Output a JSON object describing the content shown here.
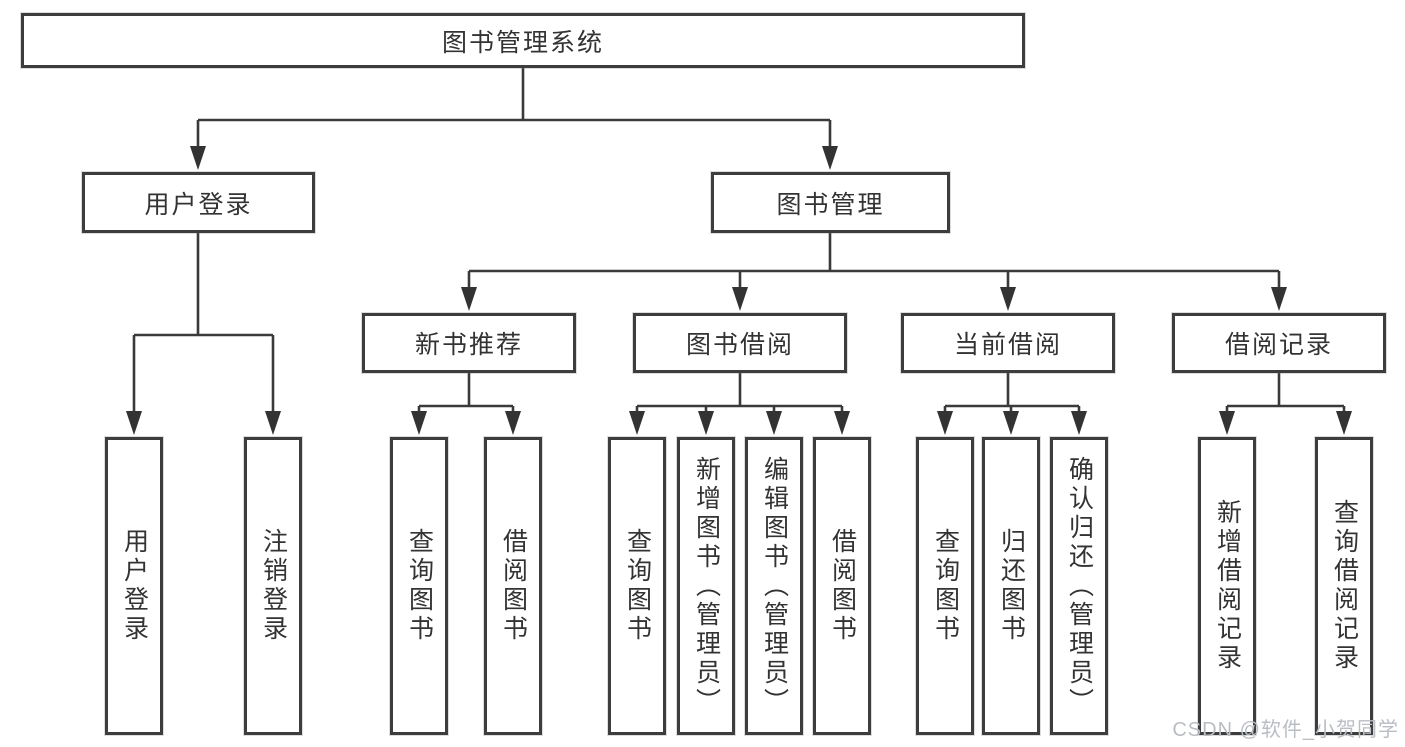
{
  "nodes": {
    "root": {
      "label": "图书管理系统"
    },
    "user_login": {
      "label": "用户登录"
    },
    "book_mgmt": {
      "label": "图书管理"
    },
    "new_book_rec": {
      "label": "新书推荐"
    },
    "book_borrow": {
      "label": "图书借阅"
    },
    "current_borrow": {
      "label": "当前借阅"
    },
    "borrow_record": {
      "label": "借阅记录"
    },
    "leaf_user_login": {
      "label": "用户登录"
    },
    "leaf_logout": {
      "label": "注销登录"
    },
    "leaf_query_book_1": {
      "label": "查询图书"
    },
    "leaf_borrow_book_1": {
      "label": "借阅图书"
    },
    "leaf_query_book_2": {
      "label": "查询图书"
    },
    "leaf_add_book": {
      "label": "新增图书（管理员）"
    },
    "leaf_edit_book": {
      "label": "编辑图书（管理员）"
    },
    "leaf_borrow_book_2": {
      "label": "借阅图书"
    },
    "leaf_query_book_3": {
      "label": "查询图书"
    },
    "leaf_return_book": {
      "label": "归还图书"
    },
    "leaf_confirm_return": {
      "label": "确认归还（管理员）"
    },
    "leaf_add_record": {
      "label": "新增借阅记录"
    },
    "leaf_query_record": {
      "label": "查询借阅记录"
    }
  },
  "watermark": {
    "text": "CSDN @软件_小贺同学"
  },
  "colors": {
    "line": "#3a3a3a",
    "box_border": "#3d3d3d",
    "text": "#333333",
    "watermark": "#b9bdc4",
    "background": "#ffffff"
  }
}
